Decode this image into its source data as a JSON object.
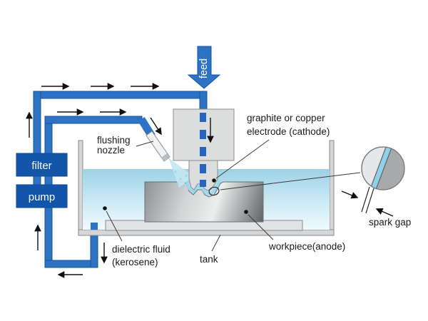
{
  "feed_arrow": {
    "label": "feed"
  },
  "circulation": {
    "filter_label": "filter",
    "pump_label": "pump"
  },
  "labels": {
    "flushing_nozzle": [
      "flushing",
      "nozzle"
    ],
    "electrode": [
      "graphite or copper",
      "electrode (cathode)"
    ],
    "dielectric_fluid": [
      "dielectric fluid",
      "(kerosene)"
    ],
    "tank": "tank",
    "workpiece": "workpiece(anode)",
    "spark_gap": "spark gap"
  },
  "colors": {
    "pipe_blue": "#2e72c3",
    "box_blue": "#1356a9",
    "dash_blue": "#2565bd",
    "fluid_top": "#9cd2e7",
    "fluid_bottom": "#f0fafc",
    "spark_stripe": "#8ed1e9",
    "metal_light": "#eceded",
    "metal_dark": "#606366",
    "tank_gray": "#d4d6d8"
  }
}
